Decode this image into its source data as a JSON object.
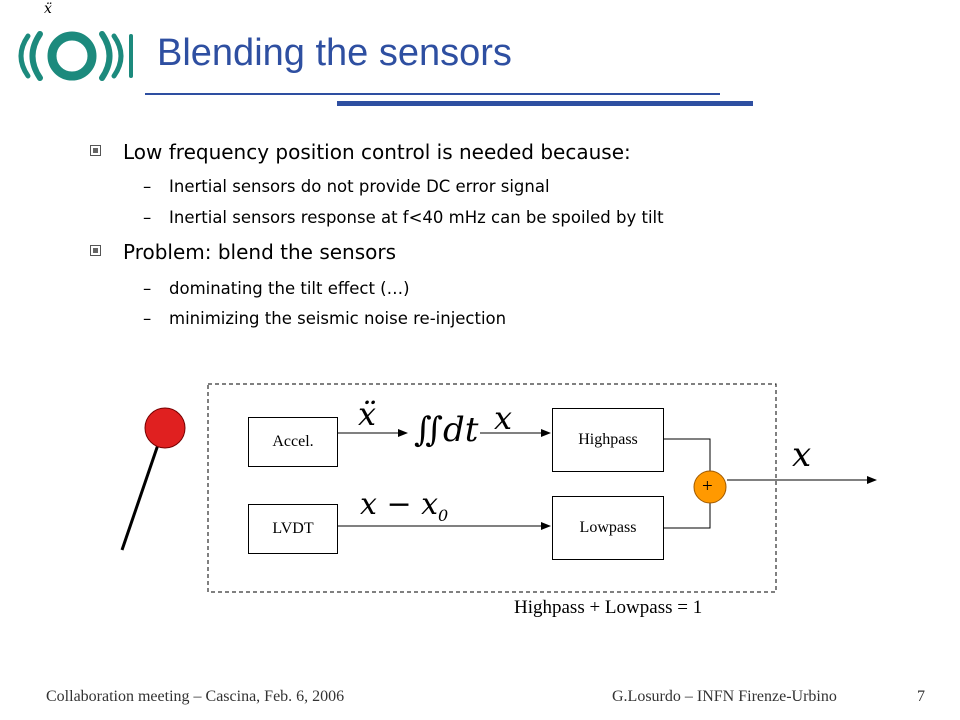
{
  "header": {
    "stray_symbol": "ẍ",
    "title": "Blending the sensors",
    "accent_color": "#2e4fa1",
    "logo_color": "#1c8a7d"
  },
  "bullets": [
    {
      "text": "Low frequency position control is needed because:",
      "subs": [
        "Inertial sensors do not provide DC error signal",
        "Inertial sensors response at f<40 mHz can be spoiled by tilt"
      ]
    },
    {
      "text": "Problem: blend the sensors",
      "subs": [
        "dominating the tilt effect (…)",
        "minimizing the seismic noise re-injection"
      ]
    }
  ],
  "diagram": {
    "accel_label": "Accel.",
    "lvdt_label": "LVDT",
    "highpass_label": "Highpass",
    "lowpass_label": "Lowpass",
    "sum_symbol": "+",
    "accel_signal": "ẍ",
    "integral": "∬dt",
    "integrated_signal": "x",
    "lvdt_signal": "x − x",
    "lvdt_signal_subscript": "0",
    "output_signal": "x",
    "equation": "Highpass + Lowpass = 1",
    "sum_color": "#ff9900",
    "pendulum_color": "#e02020"
  },
  "footer": {
    "left": "Collaboration meeting – Cascina, Feb. 6, 2006",
    "right": "G.Losurdo – INFN Firenze-Urbino",
    "page_number": "7"
  }
}
